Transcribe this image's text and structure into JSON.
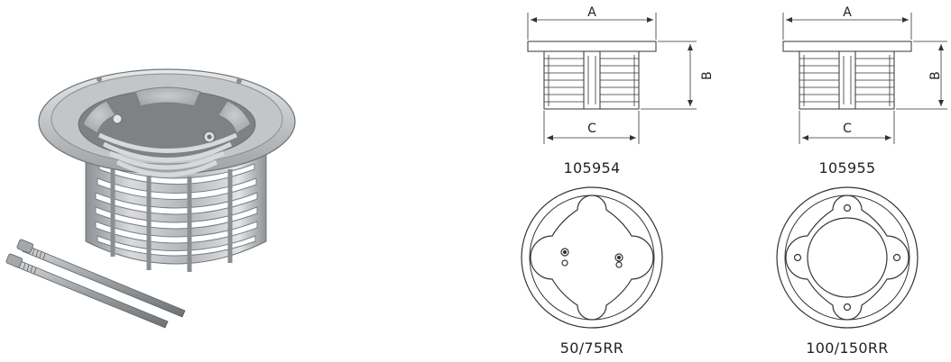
{
  "drawings": {
    "left_profile": {
      "dim_a": "A",
      "dim_b": "B",
      "dim_c": "C",
      "caption": "105954"
    },
    "right_profile": {
      "dim_a": "A",
      "dim_b": "B",
      "dim_c": "C",
      "caption": "105955"
    },
    "left_top": {
      "caption": "50/75RR"
    },
    "right_top": {
      "caption": "100/150RR"
    }
  },
  "colors": {
    "line": "#333333",
    "metal_light": "#d4d6d8",
    "metal_mid": "#a9acaf",
    "metal_dark": "#6f7376",
    "background": "#ffffff"
  }
}
